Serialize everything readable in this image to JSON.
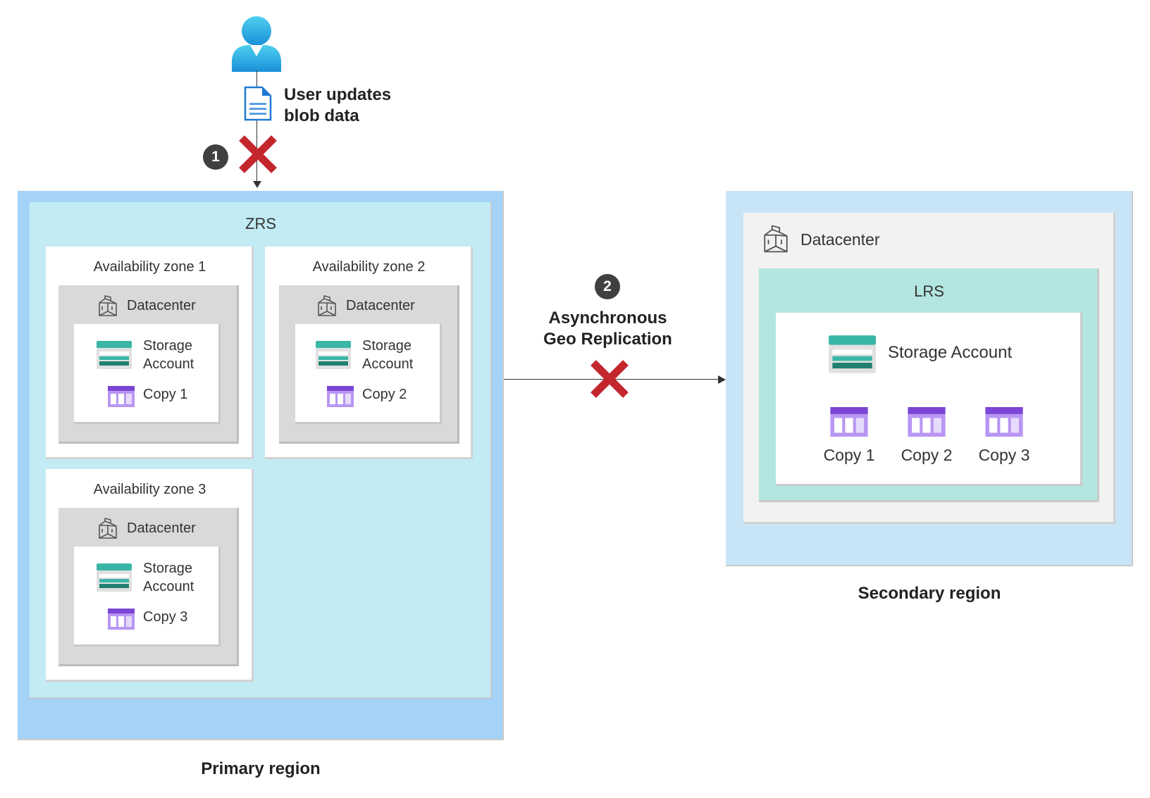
{
  "user": {
    "action_line1": "User updates",
    "action_line2": "blob data",
    "step_number": "1"
  },
  "primary": {
    "region_label": "Primary region",
    "redundancy": "ZRS",
    "zones": [
      {
        "title": "Availability zone 1",
        "datacenter": "Datacenter",
        "storage_line1": "Storage",
        "storage_line2": "Account",
        "copy": "Copy 1"
      },
      {
        "title": "Availability zone 2",
        "datacenter": "Datacenter",
        "storage_line1": "Storage",
        "storage_line2": "Account",
        "copy": "Copy 2"
      },
      {
        "title": "Availability zone 3",
        "datacenter": "Datacenter",
        "storage_line1": "Storage",
        "storage_line2": "Account",
        "copy": "Copy 3"
      }
    ]
  },
  "replication": {
    "step_number": "2",
    "line1": "Asynchronous",
    "line2": "Geo Replication"
  },
  "secondary": {
    "region_label": "Secondary region",
    "datacenter": "Datacenter",
    "redundancy": "LRS",
    "storage": "Storage Account",
    "copies": [
      "Copy 1",
      "Copy 2",
      "Copy 3"
    ]
  },
  "colors": {
    "primary_outer": "#a5d3f7",
    "primary_inner": "#c2ebf4",
    "secondary_outer": "#c8e5f8",
    "datacenter_gray": "#d9d9d9",
    "secondary_datacenter": "#f2f2f2",
    "lrs_green": "#b3e6e0",
    "error_red": "#c4262e",
    "step_badge": "#404040",
    "storage_teal": "#3ab6a7",
    "copy_purple": "#7b45d6"
  }
}
